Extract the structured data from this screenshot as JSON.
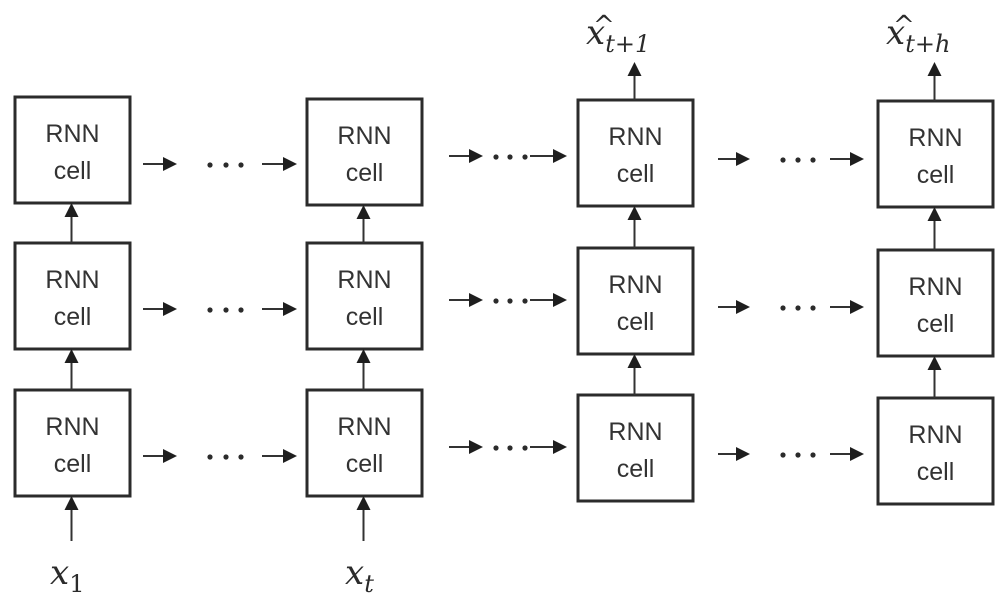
{
  "diagram": {
    "type": "stacked-rnn-unrolled",
    "cell_label_line1": "RNN",
    "cell_label_line2": "cell",
    "layers": 3,
    "columns": [
      {
        "id": "t1",
        "role": "input-step"
      },
      {
        "id": "tt",
        "role": "input-step"
      },
      {
        "id": "tp1",
        "role": "output-step"
      },
      {
        "id": "tph",
        "role": "output-step"
      }
    ],
    "ellipsis": "...",
    "inputs": [
      {
        "column": 0,
        "base": "x",
        "subscript": "1"
      },
      {
        "column": 1,
        "base": "x",
        "subscript": "t"
      }
    ],
    "outputs": [
      {
        "column": 2,
        "base": "x",
        "hat": "^",
        "subscript": "t+1"
      },
      {
        "column": 3,
        "base": "x",
        "hat": "^",
        "subscript": "t+h"
      }
    ],
    "colors": {
      "stroke": "#2b2b2b",
      "text": "#333333",
      "background": "#ffffff"
    }
  }
}
